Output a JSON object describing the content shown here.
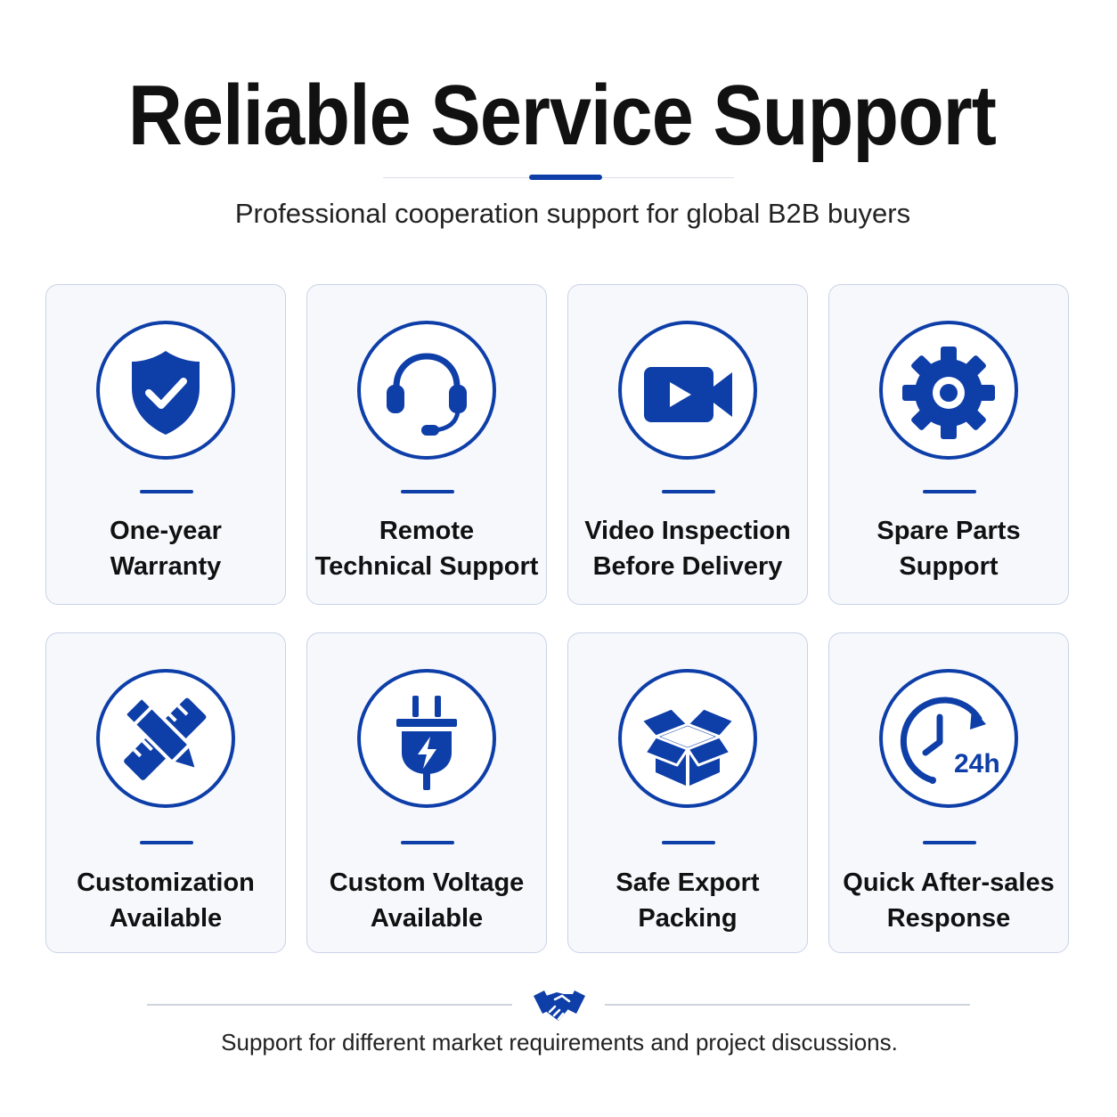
{
  "title": "Reliable Service Support",
  "subtitle": "Professional cooperation support for global B2B buyers",
  "colors": {
    "accent": "#0e3ea8",
    "card_bg": "#f6f8fc",
    "card_border": "#c9d3e6",
    "text": "#111111"
  },
  "cards": [
    {
      "icon": "shield-check-icon",
      "line1": "One-year",
      "line2": "Warranty"
    },
    {
      "icon": "headset-icon",
      "line1": "Remote",
      "line2": "Technical Support"
    },
    {
      "icon": "video-camera-icon",
      "line1": "Video Inspection",
      "line2": "Before Delivery"
    },
    {
      "icon": "gear-icon",
      "line1": "Spare Parts",
      "line2": "Support"
    },
    {
      "icon": "pencil-ruler-icon",
      "line1": "Customization",
      "line2": "Available"
    },
    {
      "icon": "power-plug-icon",
      "line1": "Custom Voltage",
      "line2": "Available"
    },
    {
      "icon": "open-box-icon",
      "line1": "Safe Export",
      "line2": "Packing"
    },
    {
      "icon": "clock-24h-icon",
      "line1": "Quick After-sales",
      "line2": "Response",
      "icon_text": "24h"
    }
  ],
  "footer": {
    "icon": "handshake-icon",
    "text": "Support for different market requirements and project discussions."
  }
}
